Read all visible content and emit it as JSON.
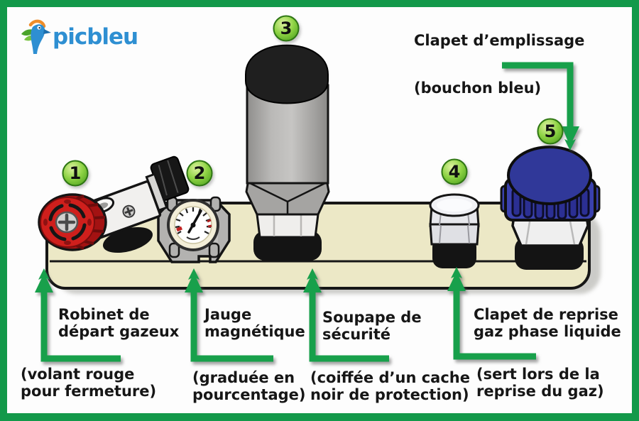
{
  "logo": {
    "text": "picbleu"
  },
  "markers": [
    "1",
    "2",
    "3",
    "4",
    "5"
  ],
  "callouts": {
    "filling_valve": {
      "title": "Clapet d’emplissage",
      "note": "(bouchon bleu)"
    },
    "gas_outlet_valve": {
      "title": "Robinet de\ndépart gazeux",
      "note": "(volant rouge\npour fermeture)"
    },
    "magnetic_gauge": {
      "title": "Jauge\nmagnétique",
      "note": "(graduée en\npourcentage)"
    },
    "safety_valve": {
      "title": "Soupape de\nsécurité",
      "note": "(coiffée d’un cache\nnoir de protection)"
    },
    "liquid_phase_valve": {
      "title": "Clapet de reprise\ngaz phase liquide",
      "note": "(sert lors de la\nreprise du gaz)"
    }
  },
  "colors": {
    "frame_green": "#13994a",
    "arrow_green": "#18a04b",
    "marker_green": "#7cc832",
    "wheel_red": "#c81a1a",
    "cap_blue": "#3339a8",
    "plate_beige": "#ece8c6",
    "logo_blue": "#2e8fd2"
  }
}
